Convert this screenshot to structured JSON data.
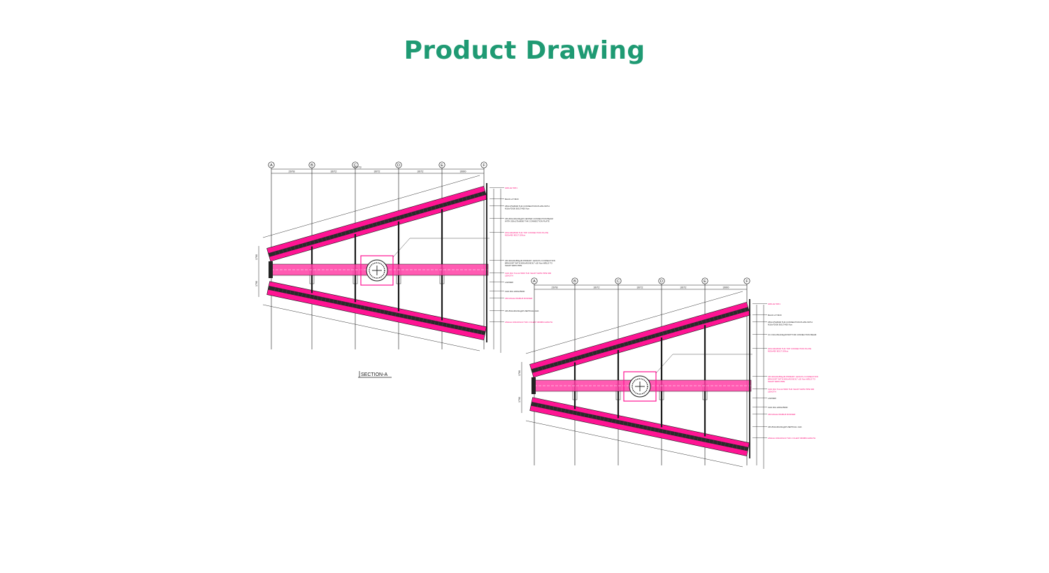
{
  "header": {
    "title": "Product Drawing"
  },
  "colors": {
    "title": "#1f9a73",
    "beam": "#ff1493",
    "beam_core": "#2a2a2a",
    "pipe": "#ff3ea5",
    "line": "#1a1a1a",
    "note_red": "#ff0a78"
  },
  "drawings": [
    {
      "id": "section-a",
      "section_label": "SECTION-A",
      "grid_labels": [
        "A",
        "B",
        "C",
        "D",
        "E",
        "F"
      ],
      "top_dims": [
        "2978",
        "3072",
        "3072",
        "3072",
        "3000"
      ],
      "overall_dim": "15773",
      "edge_dims_left": [
        "1790",
        "1790"
      ],
      "notes": [
        {
          "text": "GRILLE 50X1",
          "color": "red"
        },
        {
          "text": "BACK LIT BOX",
          "color": "black"
        },
        {
          "text": "250x175x8000 THK CONNECTION PLATE WITH M16x70000 BOLT/450 Nos",
          "color": "black"
        },
        {
          "text": "UB 200x100x20kg/M CENTER CONNECTION BEAM WITH 200x175x8000 THK CONNECTION PLATE",
          "color": "black"
        },
        {
          "text": "200x100x8000 THK TOP CONNECTION PLATE M20x450 BOLT 20Nos",
          "color": "red"
        },
        {
          "text": "UB 400x90x85kg/M PRIMARY LENGTH CONNECTION BRACKET WITH M20x450 BOLT x20 Nos WELD TO SHAFT ERW PIPE",
          "color": "black"
        },
        {
          "text": "CHS DIA 711x12.5000 THK SHAFT ERW PIPE 900 LENGTH",
          "color": "red"
        },
        {
          "text": "LADDER",
          "color": "black"
        },
        {
          "text": "CHS DIA 1200x25000",
          "color": "black"
        },
        {
          "text": "UB ANGLE 80x80x8 RUNNER",
          "color": "red"
        },
        {
          "text": "UB 254x146x31kg/M VERTICAL 1/2A",
          "color": "black"
        },
        {
          "text": "ANGLE 100x100x10 THK 2 CLEAT 300MM LENGTH",
          "color": "red"
        }
      ]
    },
    {
      "id": "section-b",
      "section_label": "",
      "grid_labels": [
        "A",
        "B",
        "C",
        "D",
        "E",
        "F"
      ],
      "top_dims": [
        "2978",
        "3072",
        "3072",
        "3072",
        "3000"
      ],
      "overall_dim": "",
      "edge_dims_left": [
        "1790",
        "1790"
      ],
      "notes": [
        {
          "text": "GRILLE 50X1",
          "color": "red"
        },
        {
          "text": "BACK LIT BOX",
          "color": "black"
        },
        {
          "text": "250x175x8000 THK CONNECTION PLATE WITH M16x70000 BOLT/450 Nos",
          "color": "black"
        },
        {
          "text": "UC 152x152x23kg/M BOTTOM CONNECTION BEAM",
          "color": "black"
        },
        {
          "text": "200x100x8000 THK TOP CONNECTION PLATE M20x450 BOLT 20Nos",
          "color": "red"
        },
        {
          "text": "UB 400x90x85kg/M PRIMARY LENGTH CONNECTION BRACKET WITH M20x450 BOLT x20 Nos WELD TO SHAFT ERW PIPE",
          "color": "red"
        },
        {
          "text": "CHS DIA 711x12.5000 THK SHAFT ERW PIPE 900 LENGTH",
          "color": "red"
        },
        {
          "text": "LADDER",
          "color": "black"
        },
        {
          "text": "CHS DIA 1200x25000",
          "color": "black"
        },
        {
          "text": "UB ANGLE 80x80x8 RUNNER",
          "color": "red"
        },
        {
          "text": "UB 254x146x31kg/M VERTICAL 1/2A",
          "color": "black"
        },
        {
          "text": "ANGLE 100x100x10 THK 2 CLEAT 300MM LENGTH",
          "color": "red"
        }
      ]
    }
  ]
}
